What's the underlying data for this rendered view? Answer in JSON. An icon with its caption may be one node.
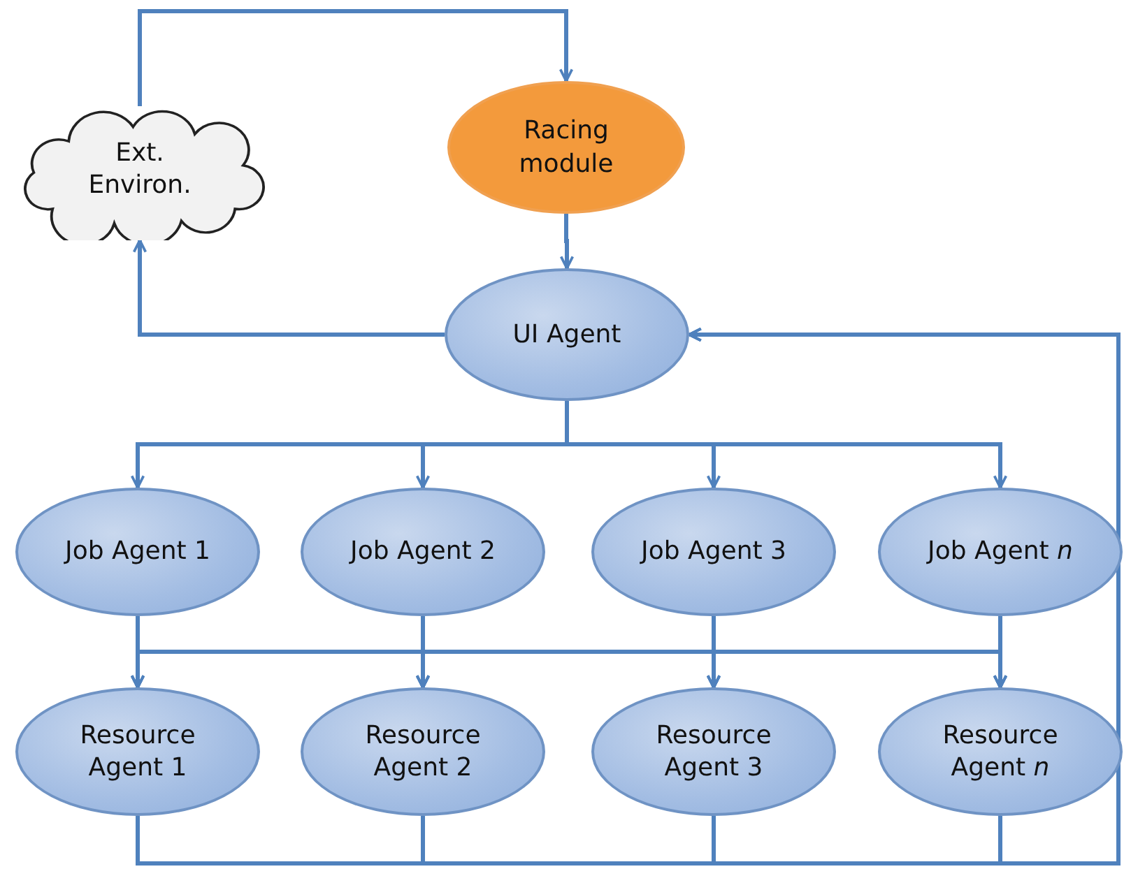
{
  "diagram": {
    "nodes": [
      {
        "text": [
          "Ext. Environ."
        ]
      },
      {
        "text": [
          "Racing module"
        ]
      },
      {
        "text": [
          "UI Agent"
        ]
      },
      {
        "text": [
          "Job Agent 1"
        ]
      },
      {
        "text": [
          "Job Agent 2"
        ]
      },
      {
        "text": [
          "Job Agent 3"
        ]
      },
      {
        "text": [
          "Job Agent *n*"
        ]
      },
      {
        "text": [
          "Resource Agent 1"
        ]
      },
      {
        "text": [
          "Resource Agent 2"
        ]
      },
      {
        "text": [
          "Resource Agent 3"
        ]
      },
      {
        "text": [
          "Resource Agent *n*"
        ]
      }
    ],
    "edges": [
      {
        "from": 0,
        "to": 1,
        "arrow": "to"
      },
      {
        "from": 1,
        "to": 2,
        "arrow": "to"
      },
      {
        "from": 2,
        "to": 0,
        "arrow": "to"
      },
      {
        "from": 2,
        "to": 3,
        "arrow": "to"
      },
      {
        "from": 2,
        "to": 4,
        "arrow": "to"
      },
      {
        "from": 2,
        "to": 5,
        "arrow": "to"
      },
      {
        "from": 2,
        "to": 6,
        "arrow": "to"
      },
      {
        "from": 3,
        "to": 7,
        "arrow": "to"
      },
      {
        "from": 3,
        "to": 8,
        "arrow": "to"
      },
      {
        "from": 3,
        "to": 9,
        "arrow": "to"
      },
      {
        "from": 3,
        "to": 10,
        "arrow": "to"
      },
      {
        "from": 4,
        "to": 7,
        "arrow": "to"
      },
      {
        "from": 4,
        "to": 8,
        "arrow": "to"
      },
      {
        "from": 4,
        "to": 9,
        "arrow": "to"
      },
      {
        "from": 4,
        "to": 10,
        "arrow": "to"
      },
      {
        "from": 5,
        "to": 7,
        "arrow": "to"
      },
      {
        "from": 5,
        "to": 8,
        "arrow": "to"
      },
      {
        "from": 5,
        "to": 9,
        "arrow": "to"
      },
      {
        "from": 5,
        "to": 10,
        "arrow": "to"
      },
      {
        "from": 6,
        "to": 7,
        "arrow": "to"
      },
      {
        "from": 6,
        "to": 8,
        "arrow": "to"
      },
      {
        "from": 6,
        "to": 9,
        "arrow": "to"
      },
      {
        "from": 6,
        "to": 10,
        "arrow": "to"
      },
      {
        "from": 7,
        "to": 2,
        "arrow": "to"
      },
      {
        "from": 8,
        "to": 2,
        "arrow": "to"
      },
      {
        "from": 9,
        "to": 2,
        "arrow": "to"
      },
      {
        "from": 10,
        "to": 2,
        "arrow": "to"
      }
    ]
  }
}
